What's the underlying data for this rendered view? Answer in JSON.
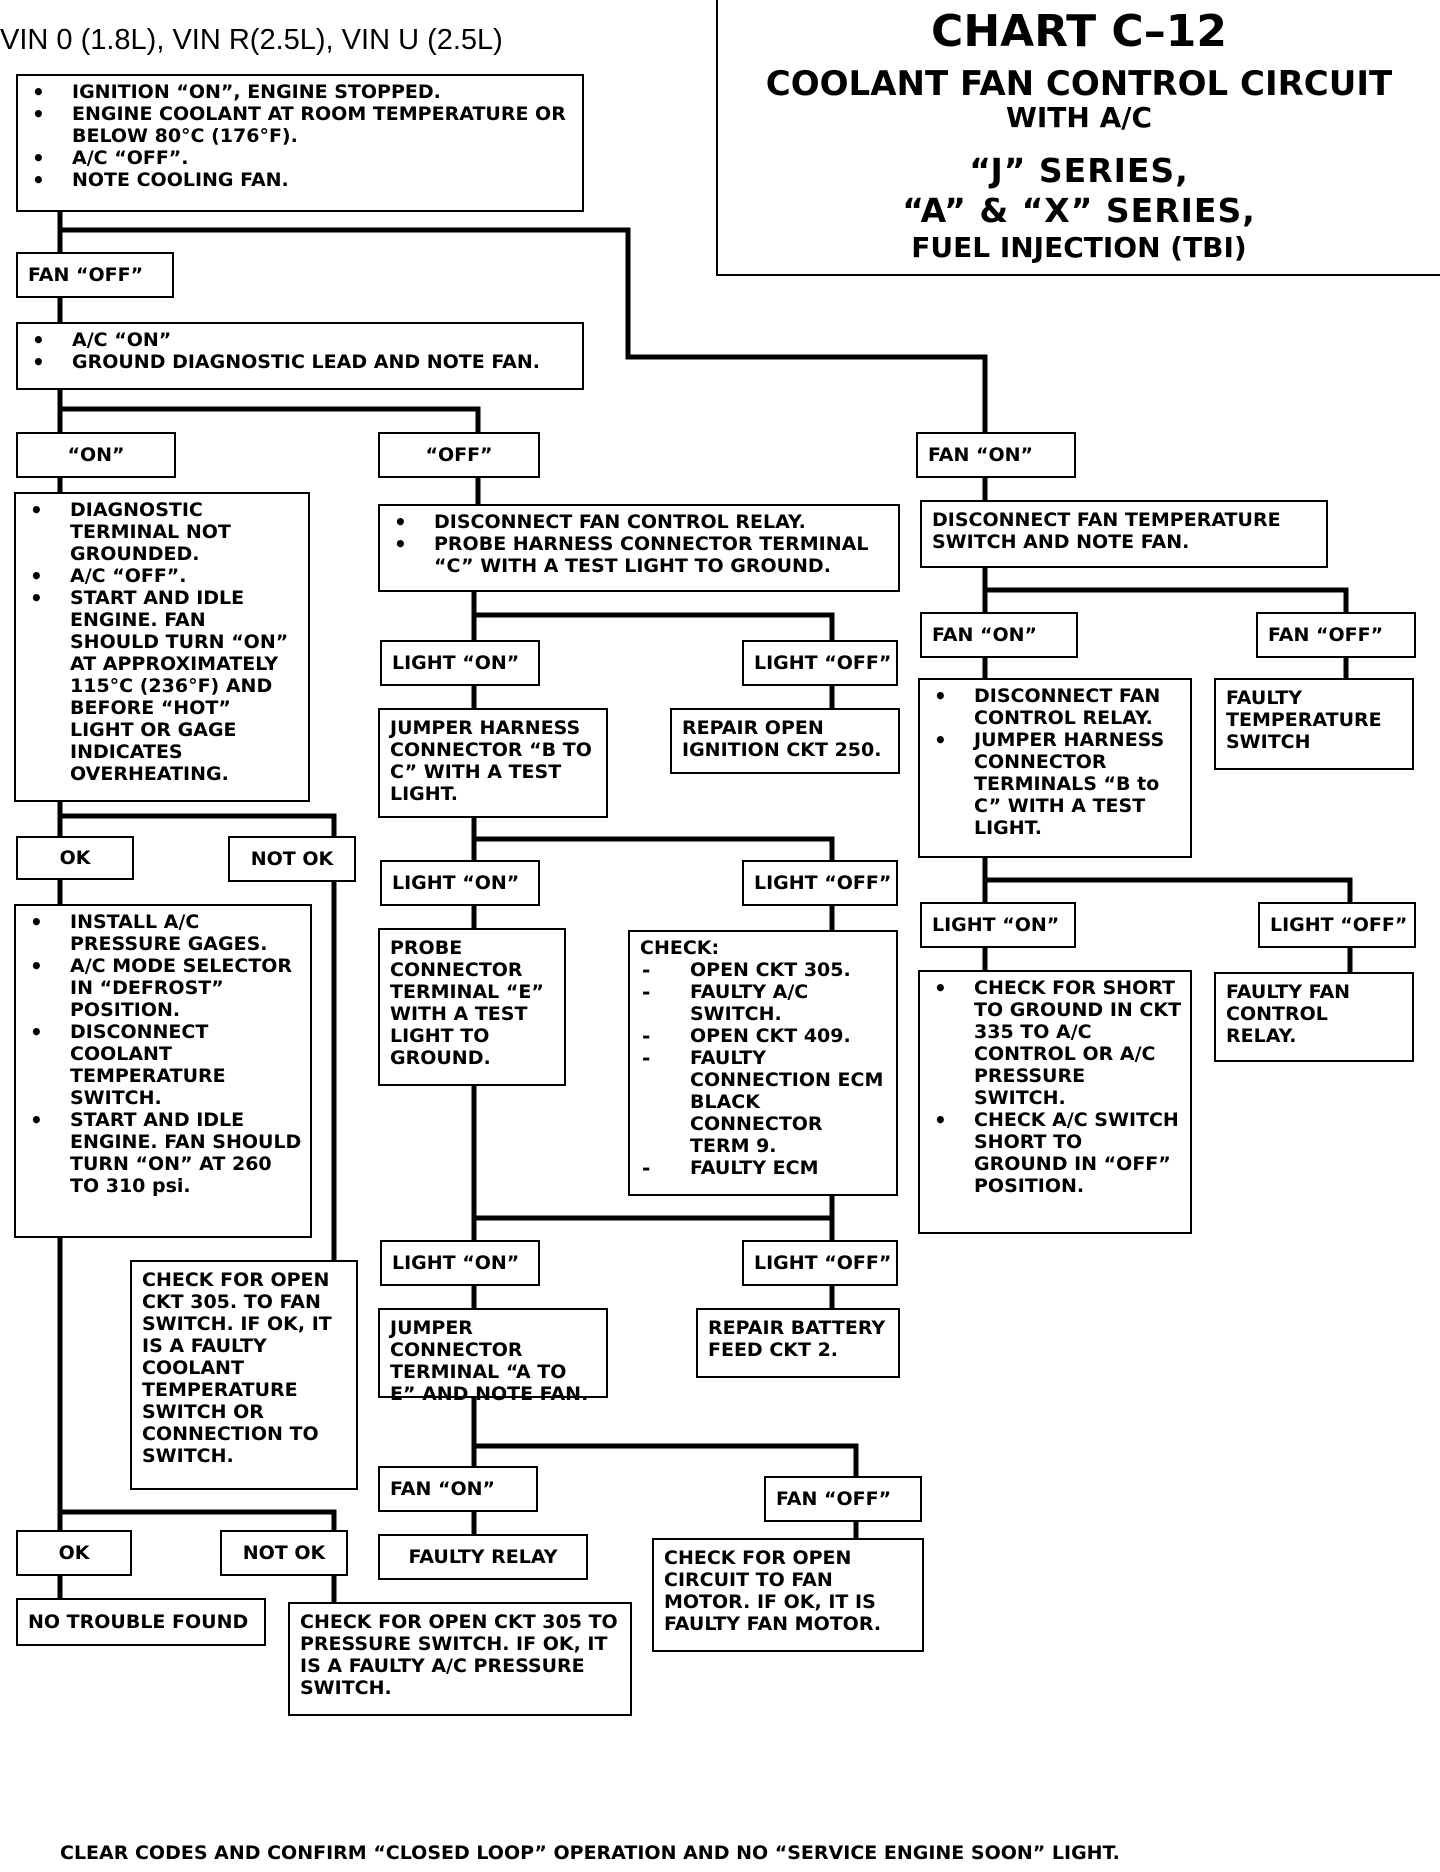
{
  "header": {
    "vin": "VIN 0 (1.8L), VIN R(2.5L), VIN U (2.5L)",
    "chart_id": "CHART C–12",
    "title": "COOLANT FAN CONTROL CIRCUIT",
    "subtitle": "WITH A/C",
    "series_1": "“J” SERIES,",
    "series_2": "“A” & “X” SERIES,",
    "system": "FUEL INJECTION (TBI)"
  },
  "nodes": {
    "start": [
      "IGNITION “ON”, ENGINE STOPPED.",
      "ENGINE COOLANT AT ROOM TEMPERATURE OR BELOW 80°C (176°F).",
      "A/C “OFF”.",
      "NOTE COOLING FAN."
    ],
    "fan_off_1": "FAN “OFF”",
    "ac_on_step": [
      "A/C “ON”",
      "GROUND DIAGNOSTIC LEAD AND NOTE FAN."
    ],
    "on_1": "“ON”",
    "off_1": "“OFF”",
    "fan_on_1": "FAN “ON”",
    "diag_not_grounded": [
      "DIAGNOSTIC TERMINAL NOT GROUNDED.",
      "A/C “OFF”.",
      "START AND IDLE ENGINE. FAN SHOULD TURN “ON” AT APPROXIMATELY 115°C (236°F) AND BEFORE “HOT” LIGHT OR GAGE INDICATES OVERHEATING."
    ],
    "disconnect_relay_probe": [
      "DISCONNECT FAN CONTROL RELAY.",
      "PROBE HARNESS CONNECTOR TERMINAL “C” WITH A TEST LIGHT TO GROUND."
    ],
    "disconnect_temp_switch": "DISCONNECT FAN TEMPERATURE SWITCH AND NOTE FAN.",
    "light_on_1": "LIGHT “ON”",
    "light_off_1": "LIGHT “OFF”",
    "fan_on_2": "FAN “ON”",
    "fan_off_2": "FAN “OFF”",
    "jumper_b_c": "JUMPER HARNESS CONNECTOR “B TO C” WITH A TEST LIGHT.",
    "repair_ign": "REPAIR OPEN IGNITION CKT 250.",
    "disconnect_relay_jumper": [
      "DISCONNECT FAN CONTROL RELAY.",
      "JUMPER HARNESS CONNECTOR TERMINALS “B to C” WITH A TEST LIGHT."
    ],
    "faulty_temp_switch": "FAULTY TEMPERATURE SWITCH",
    "ok_1": "OK",
    "not_ok_1": "NOT OK",
    "light_on_2": "LIGHT “ON”",
    "light_off_2": "LIGHT “OFF”",
    "light_on_r": "LIGHT “ON”",
    "light_off_r": "LIGHT “OFF”",
    "install_gages": [
      "INSTALL A/C PRESSURE GAGES.",
      "A/C MODE SELECTOR IN “DEFROST” POSITION.",
      "DISCONNECT COOLANT TEMPERATURE SWITCH.",
      "START AND IDLE ENGINE. FAN SHOULD TURN “ON” AT 260 TO 310 psi."
    ],
    "probe_e": "PROBE CONNECTOR TERMINAL “E” WITH A TEST LIGHT TO GROUND.",
    "check_head": "CHECK:",
    "check_list": [
      "OPEN CKT 305.",
      "FAULTY A/C SWITCH.",
      "OPEN CKT 409.",
      "FAULTY CONNECTION ECM BLACK CONNECTOR TERM 9.",
      "FAULTY ECM"
    ],
    "check_short": [
      "CHECK FOR SHORT TO GROUND IN CKT 335 TO A/C CONTROL OR A/C PRESSURE SWITCH.",
      "CHECK A/C SWITCH SHORT TO GROUND IN “OFF” POSITION."
    ],
    "faulty_fan_relay": "FAULTY FAN CONTROL RELAY.",
    "check_ckt305_fan": "CHECK FOR OPEN CKT 305. TO FAN SWITCH. IF OK, IT IS A FAULTY COOLANT TEMPERATURE SWITCH OR CONNECTION TO SWITCH.",
    "light_on_3": "LIGHT “ON”",
    "light_off_3": "LIGHT “OFF”",
    "jumper_a_e": "JUMPER CONNECTOR TERMINAL “A TO E” AND NOTE FAN.",
    "repair_batt": "REPAIR BATTERY FEED CKT 2.",
    "fan_on_3": "FAN “ON”",
    "fan_off_3": "FAN “OFF”",
    "ok_2": "OK",
    "not_ok_2": "NOT OK",
    "faulty_relay": "FAULTY RELAY",
    "check_fan_motor": "CHECK FOR OPEN CIRCUIT TO FAN MOTOR. IF OK, IT IS FAULTY FAN MOTOR.",
    "no_trouble": "NO TROUBLE FOUND",
    "check_ckt305_press": "CHECK FOR OPEN CKT 305 TO PRESSURE SWITCH. IF OK, IT IS A FAULTY A/C PRESSURE SWITCH."
  },
  "footer": "CLEAR CODES AND CONFIRM “CLOSED LOOP” OPERATION AND NO “SERVICE ENGINE SOON” LIGHT."
}
